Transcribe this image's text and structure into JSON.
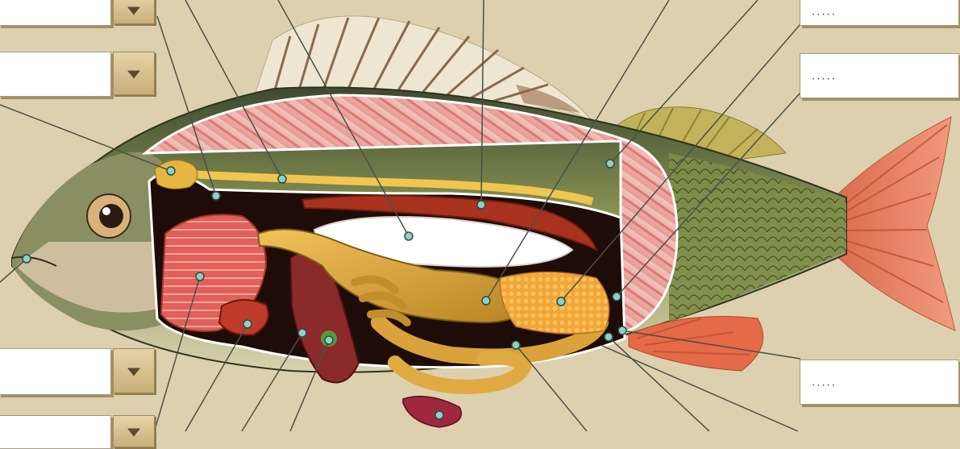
{
  "diagram": {
    "subject": "fish-internal-anatomy",
    "right_fields": [
      {
        "id": "r1",
        "value": "....."
      },
      {
        "id": "r2",
        "value": "....."
      },
      {
        "id": "r3",
        "value": "....."
      }
    ],
    "left_dropdowns": [
      {
        "id": "l1",
        "value": ""
      },
      {
        "id": "l2",
        "value": ""
      },
      {
        "id": "l3",
        "value": ""
      },
      {
        "id": "l4",
        "value": ""
      }
    ],
    "colors": {
      "background": "#ddd0ae",
      "leader_line": "#4a5048",
      "marker": "#8fd0c4",
      "field_bg": "#ffffff",
      "button": "#d9c08e"
    }
  }
}
